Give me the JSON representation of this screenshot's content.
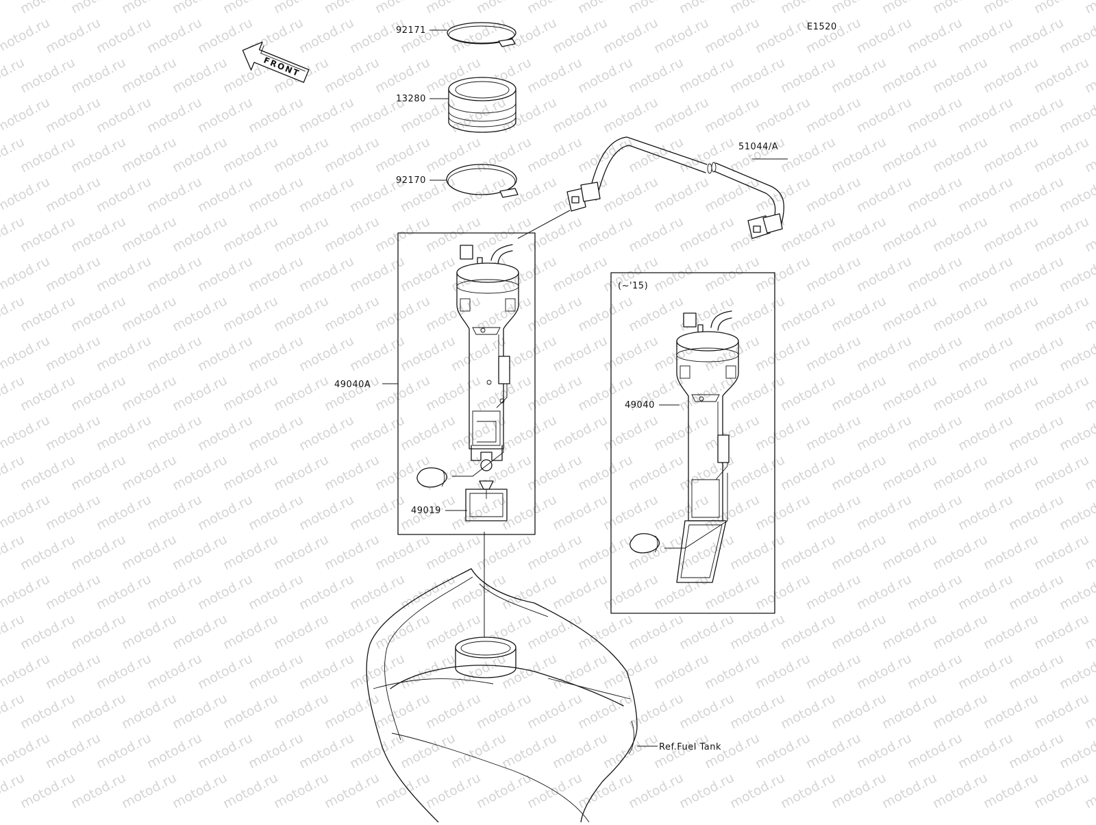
{
  "diagram": {
    "code": "E1520",
    "front_label": "FRONT",
    "watermark": "motod.ru",
    "callouts": {
      "clamp_top": "92171",
      "seal": "13280",
      "clamp_bottom": "92170",
      "harness": "51044/A",
      "pump_a": "49040A",
      "filter": "49019",
      "pump_b": "49040",
      "tank": "Ref.Fuel Tank"
    },
    "variant_box_label": "(~'15)"
  },
  "colors": {
    "line": "#111111",
    "watermark": "#d4d4d4",
    "background": "#ffffff"
  }
}
